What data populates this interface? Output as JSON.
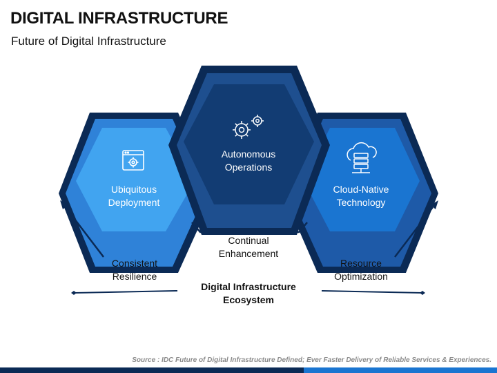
{
  "header": {
    "title": "DIGITAL INFRASTRUCTURE",
    "subtitle": "Future of Digital Infrastructure"
  },
  "hexagons": {
    "left": {
      "label_line1": "Ubiquitous",
      "label_line2": "Deployment",
      "icon": "browser-gear-icon"
    },
    "center": {
      "label_line1": "Autonomous",
      "label_line2": "Operations",
      "icon": "gears-icon"
    },
    "right": {
      "label_line1": "Cloud-Native",
      "label_line2": "Technology",
      "icon": "cloud-server-icon"
    }
  },
  "captions": {
    "center": {
      "line1": "Continual",
      "line2": "Enhancement"
    },
    "left": {
      "line1": "Consistent",
      "line2": "Resilience"
    },
    "right": {
      "line1": "Resource",
      "line2": "Optimization"
    },
    "bottom": {
      "line1": "Digital Infrastructure",
      "line2": "Ecosystem"
    }
  },
  "footer": {
    "source": "Source : IDC Future of Digital Infrastructure Defined; Ever Faster Delivery of Reliable Services & Experiences."
  },
  "colors": {
    "navy": "#0b2a55",
    "mid_blue": "#1e4f8f",
    "light_blue": "#41a4f0",
    "bright_blue": "#1a75d1",
    "dark_hex": "#123c73"
  }
}
